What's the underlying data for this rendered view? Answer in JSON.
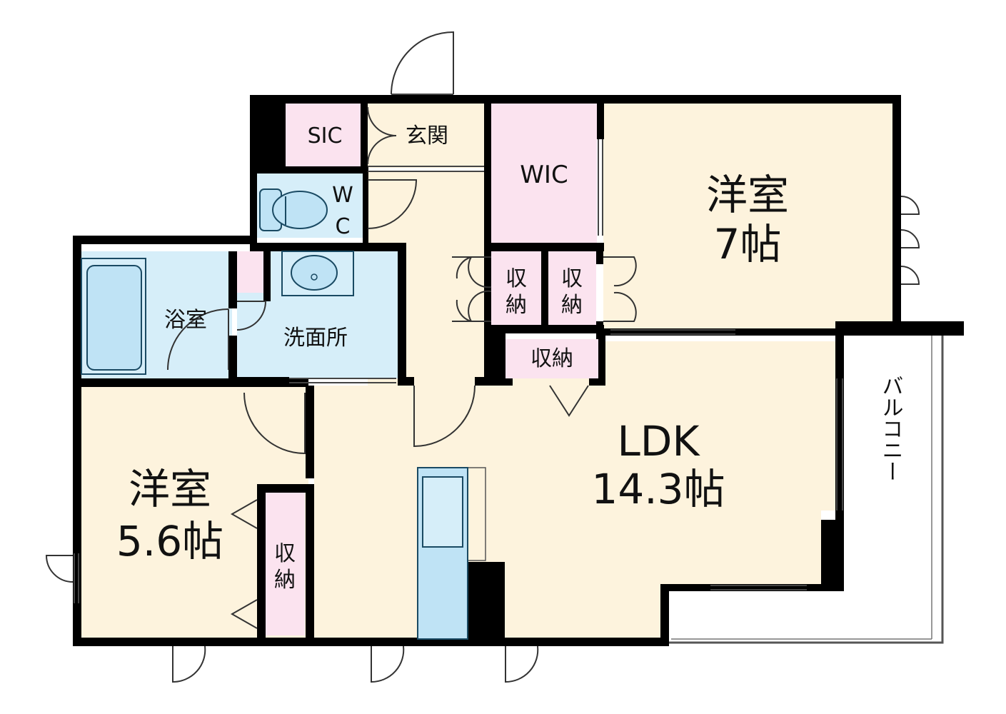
{
  "colors": {
    "wall": "#000000",
    "room_beige": "#fdf3dd",
    "room_pink": "#fbe3ef",
    "room_blue": "#d6eef9",
    "fixture_blue": "#bfe3f5",
    "fixture_line": "#1a4a63",
    "door_line": "#333333"
  },
  "rooms": {
    "sic": "SIC",
    "genkan": "玄関",
    "wic": "WIC",
    "wc_w": "W",
    "wc_c": "C",
    "western7": {
      "name": "洋室",
      "size": "7帖"
    },
    "storage_a": {
      "l1": "収",
      "l2": "納"
    },
    "storage_b": {
      "l1": "収",
      "l2": "納"
    },
    "storage_c": "収納",
    "storage_d": {
      "l1": "収",
      "l2": "納"
    },
    "bath": "浴室",
    "washroom": "洗面所",
    "ldk": {
      "name": "LDK",
      "size": "14.3帖"
    },
    "western56": {
      "name": "洋室",
      "size": "5.6帖"
    },
    "balcony": "バルコニー"
  }
}
